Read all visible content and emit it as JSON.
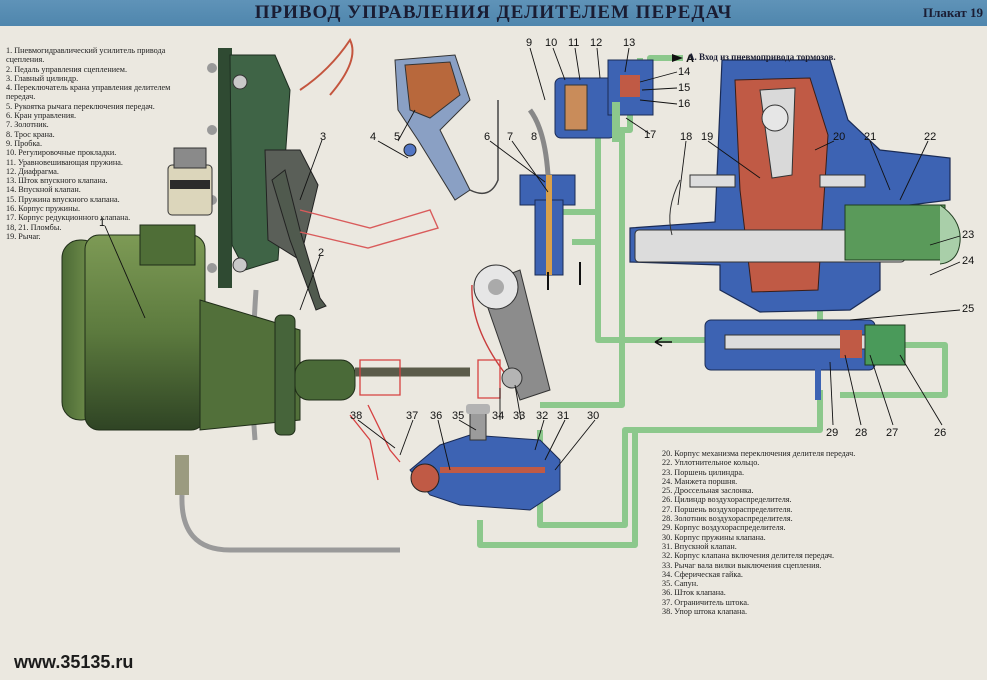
{
  "header": {
    "title": "ПРИВОД УПРАВЛЕНИЯ ДЕЛИТЕЛЕМ ПЕРЕДАЧ",
    "plate": "Плакат 19"
  },
  "inlet_note": "А. Вход из пневмопривода тормозов.",
  "inlet_marker": "А",
  "legend_left": [
    "1. Пневмогидравлический усилитель привода сцепления.",
    "2. Педаль управления сцеплением.",
    "3. Главный цилиндр.",
    "4. Переключатель крана управления делителем передач.",
    "5. Рукоятка рычага переключения передач.",
    "6. Кран управления.",
    "7. Золотник.",
    "8. Трос крана.",
    "9. Пробка.",
    "10. Регулировочные прокладки.",
    "11. Уравновешивающая пружина.",
    "12. Диафрагма.",
    "13. Шток впускного клапана.",
    "14. Впускной клапан.",
    "15. Пружина впускного клапана.",
    "16. Корпус пружины.",
    "17. Корпус редукционного клапана.",
    "18, 21. Пломбы.",
    "19. Рычаг."
  ],
  "legend_right": [
    "20. Корпус механизма переключения делителя передач.",
    "22. Уплотнительное кольцо.",
    "23. Поршень цилиндра.",
    "24. Манжета поршня.",
    "25. Дроссельная заслонка.",
    "26. Цилиндр воздухораспределителя.",
    "27. Поршень воздухораспределителя.",
    "28. Золотник воздухораспределителя.",
    "29. Корпус воздухораспределителя.",
    "30. Корпус пружины клапана.",
    "31. Впускной клапан.",
    "32. Корпус клапана включения делителя передач.",
    "33. Рычаг вала вилки выключения сцепления.",
    "34. Сферическая гайка.",
    "35. Сапун.",
    "36. Шток клапана.",
    "37. Ограничитель штока.",
    "38. Упор штока клапана."
  ],
  "callouts": {
    "n1": "1",
    "n2": "2",
    "n3": "3",
    "n4": "4",
    "n5": "5",
    "n6": "6",
    "n7": "7",
    "n8": "8",
    "n9": "9",
    "n10": "10",
    "n11": "11",
    "n12": "12",
    "n13": "13",
    "n14": "14",
    "n15": "15",
    "n16": "16",
    "n17": "17",
    "n18": "18",
    "n19": "19",
    "n20": "20",
    "n21": "21",
    "n22": "22",
    "n23": "23",
    "n24": "24",
    "n25": "25",
    "n26": "26",
    "n27": "27",
    "n28": "28",
    "n29": "29",
    "n30": "30",
    "n31": "31",
    "n32": "32",
    "n33": "33",
    "n34": "34",
    "n35": "35",
    "n36": "36",
    "n37": "37",
    "n38": "38"
  },
  "footer": {
    "website": "www.35135.ru"
  },
  "colors": {
    "header_band": "#5f93b8",
    "air_line": "#8cc88c",
    "booster_green": "#5c7a3e",
    "housing_blue": "#3d63b3",
    "piston_red": "#c05a45",
    "callout_line": "#111111"
  }
}
